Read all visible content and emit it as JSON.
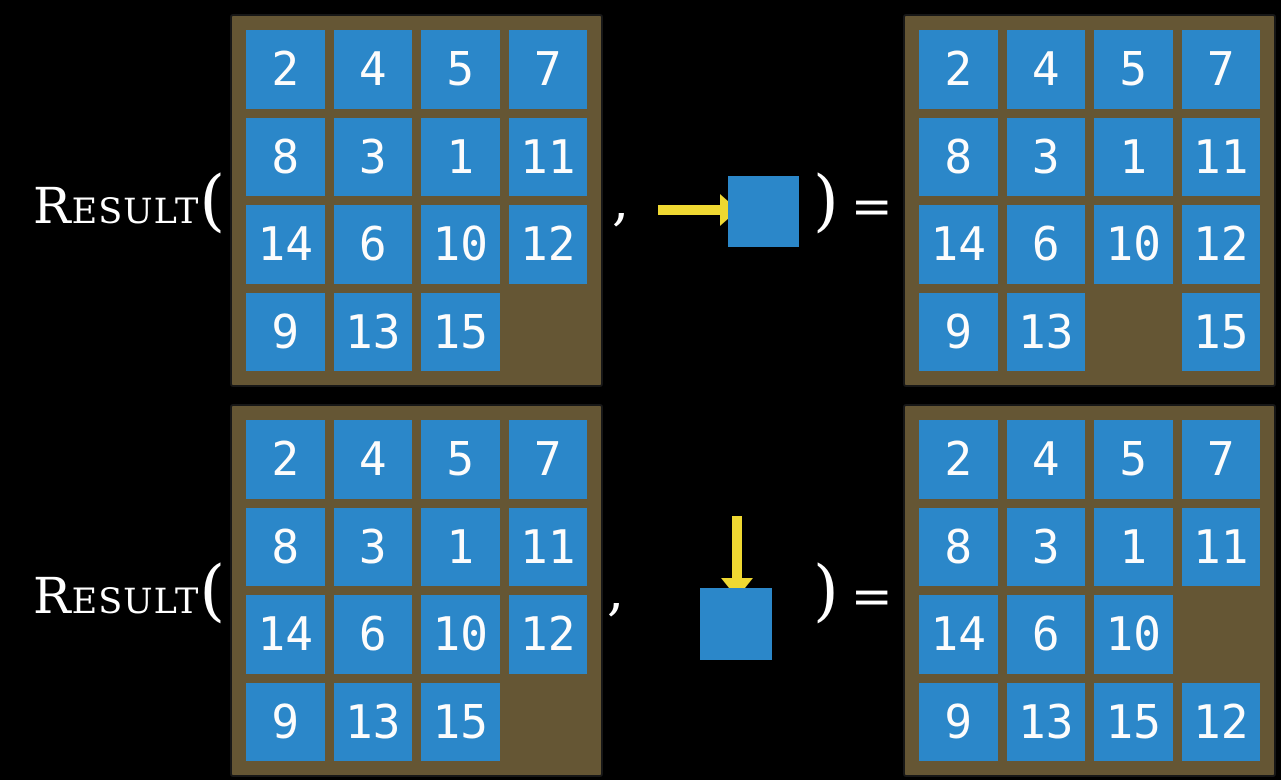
{
  "colors": {
    "background": "#000000",
    "frame": "#655634",
    "tile": "#2b87c9",
    "tile-text": "#fcfcfc",
    "arrow": "#efd832",
    "text": "#ffffff"
  },
  "function": {
    "name": "Result",
    "open_paren": "(",
    "comma": ",",
    "close_paren": ")",
    "equals": "="
  },
  "examples": [
    {
      "action_direction": "right",
      "input_grid": [
        [
          2,
          4,
          5,
          7
        ],
        [
          8,
          3,
          1,
          11
        ],
        [
          14,
          6,
          10,
          12
        ],
        [
          9,
          13,
          15,
          null
        ]
      ],
      "output_grid": [
        [
          2,
          4,
          5,
          7
        ],
        [
          8,
          3,
          1,
          11
        ],
        [
          14,
          6,
          10,
          12
        ],
        [
          9,
          13,
          null,
          15
        ]
      ]
    },
    {
      "action_direction": "down",
      "input_grid": [
        [
          2,
          4,
          5,
          7
        ],
        [
          8,
          3,
          1,
          11
        ],
        [
          14,
          6,
          10,
          12
        ],
        [
          9,
          13,
          15,
          null
        ]
      ],
      "output_grid": [
        [
          2,
          4,
          5,
          7
        ],
        [
          8,
          3,
          1,
          11
        ],
        [
          14,
          6,
          10,
          null
        ],
        [
          9,
          13,
          15,
          12
        ]
      ]
    }
  ]
}
